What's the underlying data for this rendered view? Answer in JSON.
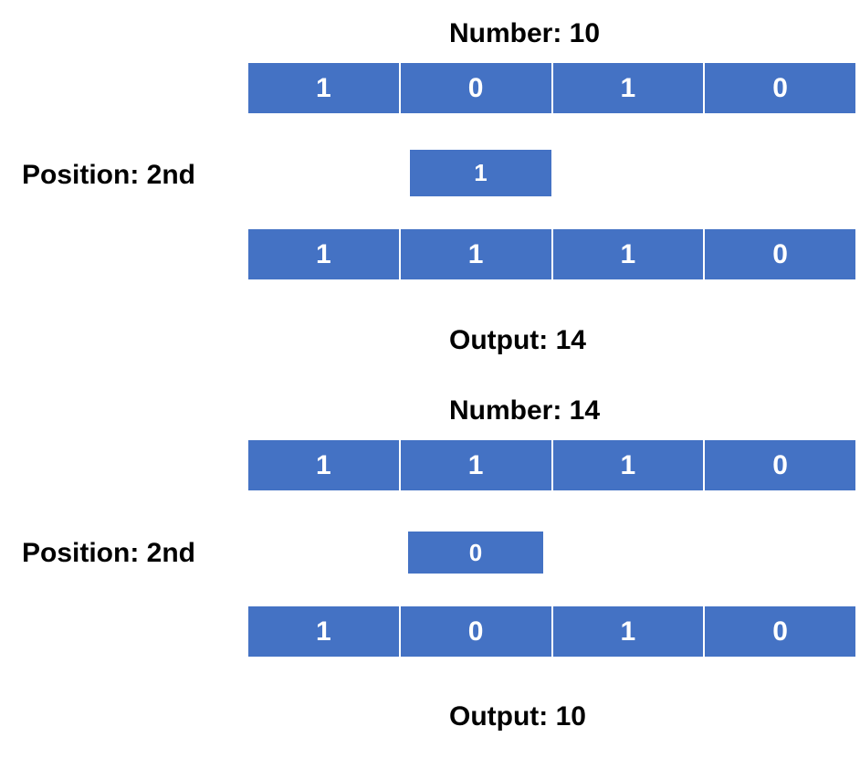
{
  "example1": {
    "number_label": "Number: 10",
    "input_bits": [
      "1",
      "0",
      "1",
      "0"
    ],
    "position_label": "Position: 2nd",
    "set_bit": "1",
    "result_bits": [
      "1",
      "1",
      "1",
      "0"
    ],
    "output_label": "Output: 14"
  },
  "example2": {
    "number_label": "Number: 14",
    "input_bits": [
      "1",
      "1",
      "1",
      "0"
    ],
    "position_label": "Position: 2nd",
    "set_bit": "0",
    "result_bits": [
      "1",
      "0",
      "1",
      "0"
    ],
    "output_label": "Output: 10"
  },
  "colors": {
    "bit_fill": "#4472C4",
    "bit_text": "#ffffff"
  }
}
